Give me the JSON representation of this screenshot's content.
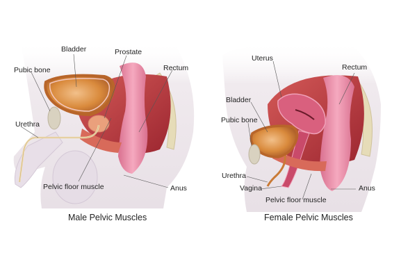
{
  "male": {
    "caption": "Male Pelvic Muscles",
    "labels": {
      "bladder": "Bladder",
      "prostate": "Prostate",
      "pubic_bone": "Pubic bone",
      "rectum": "Rectum",
      "urethra": "Urethra",
      "pelvic_floor_muscle": "Pelvic floor muscle",
      "anus": "Anus"
    }
  },
  "female": {
    "caption": "Female Pelvic Muscles",
    "labels": {
      "uterus": "Uterus",
      "rectum": "Rectum",
      "bladder": "Bladder",
      "pubic_bone": "Pubic bone",
      "urethra": "Urethra",
      "vagina": "Vagina",
      "pelvic_floor_muscle": "Pelvic floor muscle",
      "anus": "Anus"
    }
  },
  "colors": {
    "body": "#f1ecef",
    "body_shadow": "#ddd3da",
    "muscle": "#b8323a",
    "muscle_light": "#d86a6a",
    "rectum": "#e98aa6",
    "bladder": "#d98a3c",
    "bladder_rim": "#b8652a",
    "bone": "#d9d2c0",
    "spine": "#e6dcb8",
    "uterus": "#d9607e"
  }
}
